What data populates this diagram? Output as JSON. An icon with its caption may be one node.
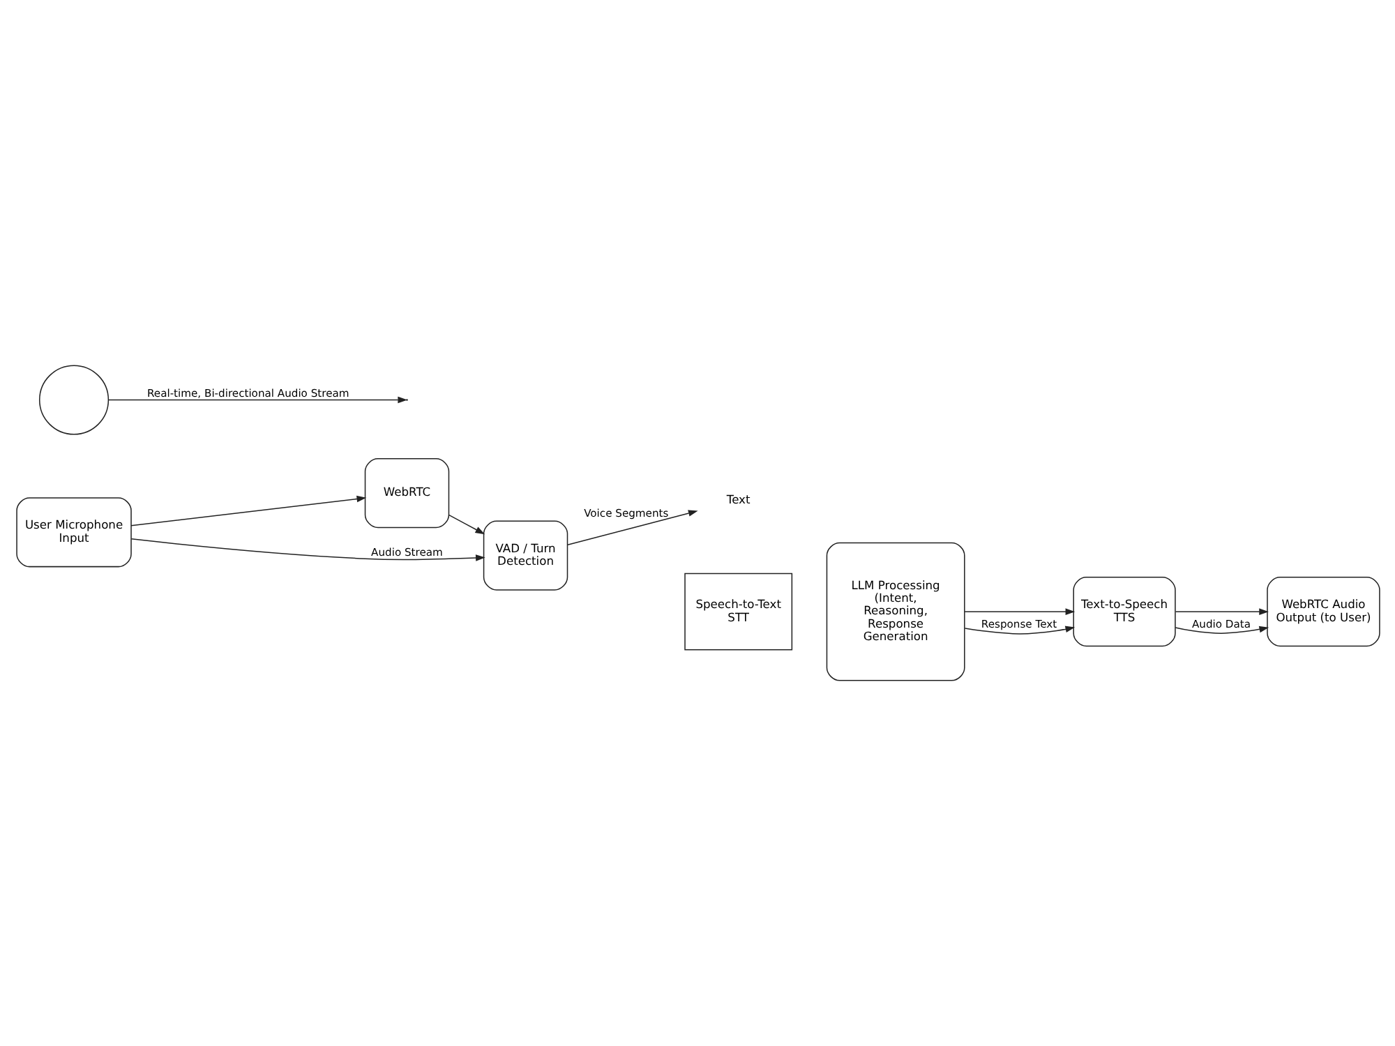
{
  "diagram": {
    "nodes": [
      {
        "text": [
          "User Microphone Input"
        ]
      },
      {
        "text": [
          "WebRTC"
        ]
      },
      {
        "text": [
          "VAD / Turn Detection"
        ]
      },
      {
        "text": [
          "Text"
        ]
      },
      {
        "text": [
          "Speech-to-Text STT"
        ]
      },
      {
        "text": [
          "LLM Processing (Intent, Reasoning, Response Generation"
        ]
      },
      {
        "text": [
          "Text-to-Speech TTS"
        ]
      },
      {
        "text": [
          "WebRTC Audio Output (to User)"
        ]
      },
      {
        "text": [],
        "shape": "circle"
      }
    ],
    "edges": [
      {
        "from": 0,
        "to": 1,
        "arrow": "to"
      },
      {
        "from": 0,
        "to": 2,
        "arrow": "to",
        "label": "Audio Stream"
      },
      {
        "from": 1,
        "to": 2,
        "arrow": "to"
      },
      {
        "from": 2,
        "to": 3,
        "arrow": "to",
        "label": "Voice Segments"
      },
      {
        "from": 5,
        "to": 6,
        "arrow": "to"
      },
      {
        "from": 5,
        "to": 6,
        "arrow": "to",
        "label": "Response Text"
      },
      {
        "from": 6,
        "to": 7,
        "arrow": "to"
      },
      {
        "from": 6,
        "to": 7,
        "arrow": "to",
        "label": "Audio Data"
      },
      {
        "from": 8,
        "to": null,
        "arrow": "to",
        "label": "Real-time, Bi-directional Audio Stream"
      }
    ]
  }
}
